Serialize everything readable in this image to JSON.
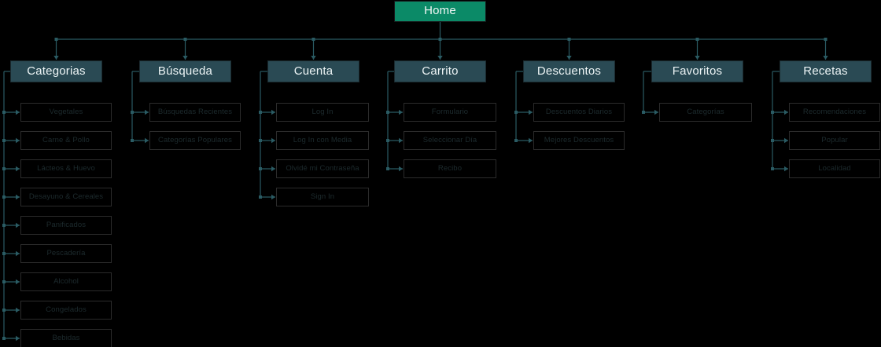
{
  "diagram": {
    "title": "Home",
    "type": "sitemap",
    "colors": {
      "background": "#000000",
      "root_fill": "#0b8a67",
      "section_fill": "#2a4a54",
      "leaf_fill": "#000000",
      "leaf_border": "#2b2b2b",
      "connector": "#2a5b63",
      "root_label": "#f2f7f6",
      "section_label": "#eef5f6",
      "leaf_label": "#1d2b2e"
    },
    "root": {
      "label": "Home"
    },
    "sections": [
      {
        "label": "Categorias",
        "children": [
          {
            "label": "Vegetales"
          },
          {
            "label": "Carne & Pollo"
          },
          {
            "label": "Lácteos & Huevo"
          },
          {
            "label": "Desayuno & Cereales"
          },
          {
            "label": "Panificados"
          },
          {
            "label": "Pescadería"
          },
          {
            "label": "Alcohol"
          },
          {
            "label": "Congelados"
          },
          {
            "label": "Bebidas"
          }
        ]
      },
      {
        "label": "Búsqueda",
        "children": [
          {
            "label": "Búsquedas Recientes"
          },
          {
            "label": "Categorías Populares"
          }
        ]
      },
      {
        "label": "Cuenta",
        "children": [
          {
            "label": "Log In"
          },
          {
            "label": "Log In con Media"
          },
          {
            "label": "Olvidé mi Contraseña"
          },
          {
            "label": "Sign In"
          }
        ]
      },
      {
        "label": "Carrito",
        "children": [
          {
            "label": "Formulario"
          },
          {
            "label": "Seleccionar Día"
          },
          {
            "label": "Recibo"
          }
        ]
      },
      {
        "label": "Descuentos",
        "children": [
          {
            "label": "Descuentos Diarios"
          },
          {
            "label": "Mejores Descuentos"
          }
        ]
      },
      {
        "label": "Favoritos",
        "children": [
          {
            "label": "Categorías"
          }
        ]
      },
      {
        "label": "Recetas",
        "children": [
          {
            "label": "Recomendaciones"
          },
          {
            "label": "Popular"
          },
          {
            "label": "Localidad"
          }
        ]
      }
    ]
  }
}
